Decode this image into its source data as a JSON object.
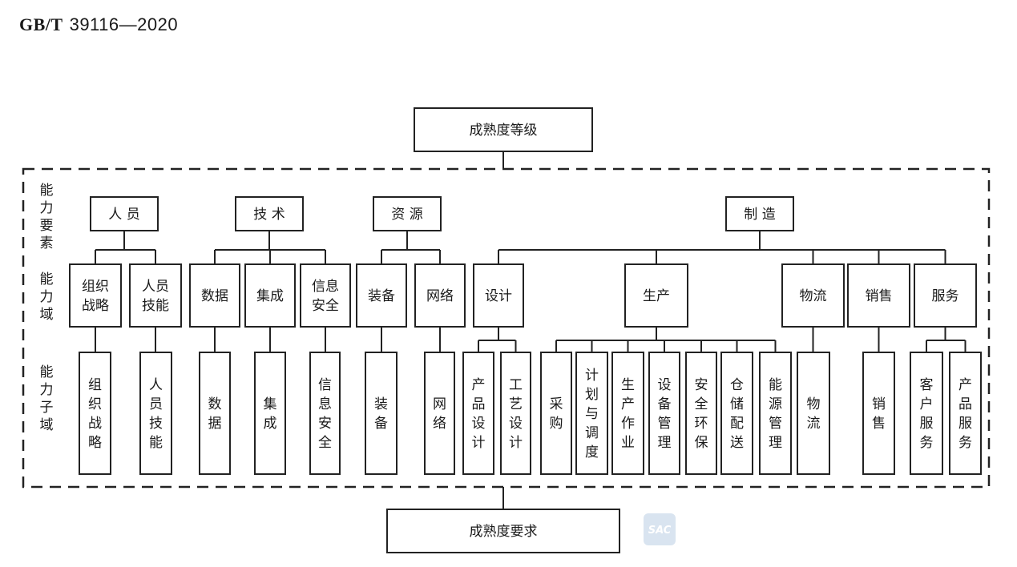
{
  "header": {
    "standard": "GB/T",
    "number": "39116—2020"
  },
  "top_box": "成熟度等级",
  "bottom_box": "成熟度要求",
  "row_labels": [
    "能力要素",
    "能力域",
    "能力子域"
  ],
  "watermark": "SAC",
  "elements": [
    {
      "name": "人 员",
      "domains": [
        {
          "name": "组织战略",
          "subdomains": [
            "组织战略"
          ]
        },
        {
          "name": "人员技能",
          "subdomains": [
            "人员技能"
          ]
        }
      ]
    },
    {
      "name": "技 术",
      "domains": [
        {
          "name": "数据",
          "subdomains": [
            "数据"
          ]
        },
        {
          "name": "集成",
          "subdomains": [
            "集成"
          ]
        },
        {
          "name": "信息安全",
          "subdomains": [
            "信息安全"
          ]
        }
      ]
    },
    {
      "name": "资 源",
      "domains": [
        {
          "name": "装备",
          "subdomains": [
            "装备"
          ]
        },
        {
          "name": "网络",
          "subdomains": [
            "网络"
          ]
        }
      ]
    },
    {
      "name": "制 造",
      "domains": [
        {
          "name": "设计",
          "subdomains": [
            "产品设计",
            "工艺设计"
          ]
        },
        {
          "name": "生产",
          "subdomains": [
            "采购",
            "计划与调度",
            "生产作业",
            "设备管理",
            "安全环保",
            "仓储配送",
            "能源管理"
          ]
        },
        {
          "name": "物流",
          "subdomains": [
            "物流"
          ]
        },
        {
          "name": "销售",
          "subdomains": [
            "销售"
          ]
        },
        {
          "name": "服务",
          "subdomains": [
            "客户服务",
            "产品服务"
          ]
        }
      ]
    }
  ]
}
